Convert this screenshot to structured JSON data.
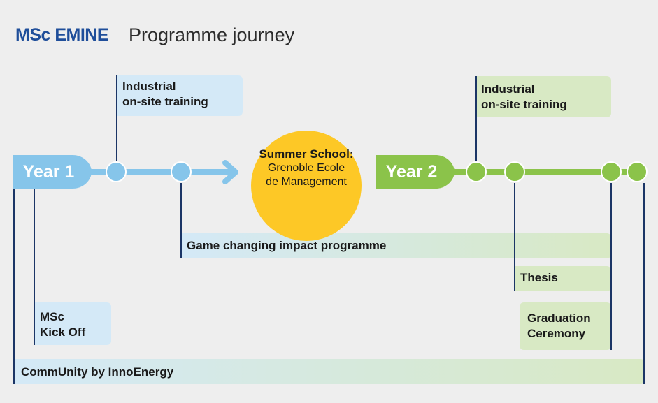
{
  "title": {
    "bold": "MSc EMINE",
    "rest": "Programme journey"
  },
  "timeline": {
    "year1": "Year 1",
    "year2": "Year 2",
    "summer_school": {
      "title": "Summer School:",
      "subtitle": "Grenoble Ecole\nde Management"
    }
  },
  "boxes": {
    "industrial_1": "Industrial\non-site training",
    "industrial_2": "Industrial\non-site training",
    "game_changing": "Game changing impact programme",
    "thesis": "Thesis",
    "graduation": "Graduation\nCeremony",
    "kickoff": "MSc\nKick Off",
    "community": "CommUnity by InnoEnergy"
  },
  "colors": {
    "title_blue": "#1f4e9a",
    "year1_blue": "#86c5ea",
    "year2_green": "#8bc34a",
    "summer_yellow": "#fdc826",
    "box_blue": "#d4e9f7",
    "box_green": "#d8e9c4",
    "line_navy": "#1b3566"
  }
}
